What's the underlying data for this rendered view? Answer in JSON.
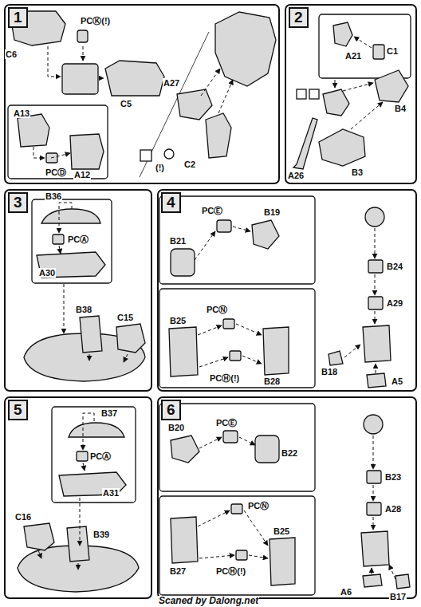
{
  "diagram": {
    "nodes": [
      {
        "text": [
          "1"
        ]
      },
      {
        "text": [
          "2"
        ]
      },
      {
        "text": [
          "3"
        ]
      },
      {
        "text": [
          "4"
        ]
      },
      {
        "text": [
          "5"
        ]
      },
      {
        "text": [
          "6"
        ]
      }
    ],
    "labels": [
      "PCⓀ(!)",
      "C6",
      "C5",
      "A13",
      "A12",
      "PCⒹ",
      "A27",
      "C2",
      "(!)",
      "C1",
      "A21",
      "B4",
      "A26",
      "B3",
      "B36",
      "PCⒶ",
      "A30",
      "B38",
      "C15",
      "PCⒺ",
      "B19",
      "B21",
      "B24",
      "A29",
      "B25",
      "PCⓃ",
      "B28",
      "PCⒽ(!)",
      "B18",
      "A5",
      "B37",
      "PCⒶ",
      "A31",
      "C16",
      "B39",
      "B20",
      "PCⒺ",
      "B22",
      "B23",
      "A28",
      "PCⓃ",
      "B25",
      "B27",
      "PCⒽ(!)",
      "B17",
      "A6",
      "Scaned by Dalong.net"
    ]
  }
}
